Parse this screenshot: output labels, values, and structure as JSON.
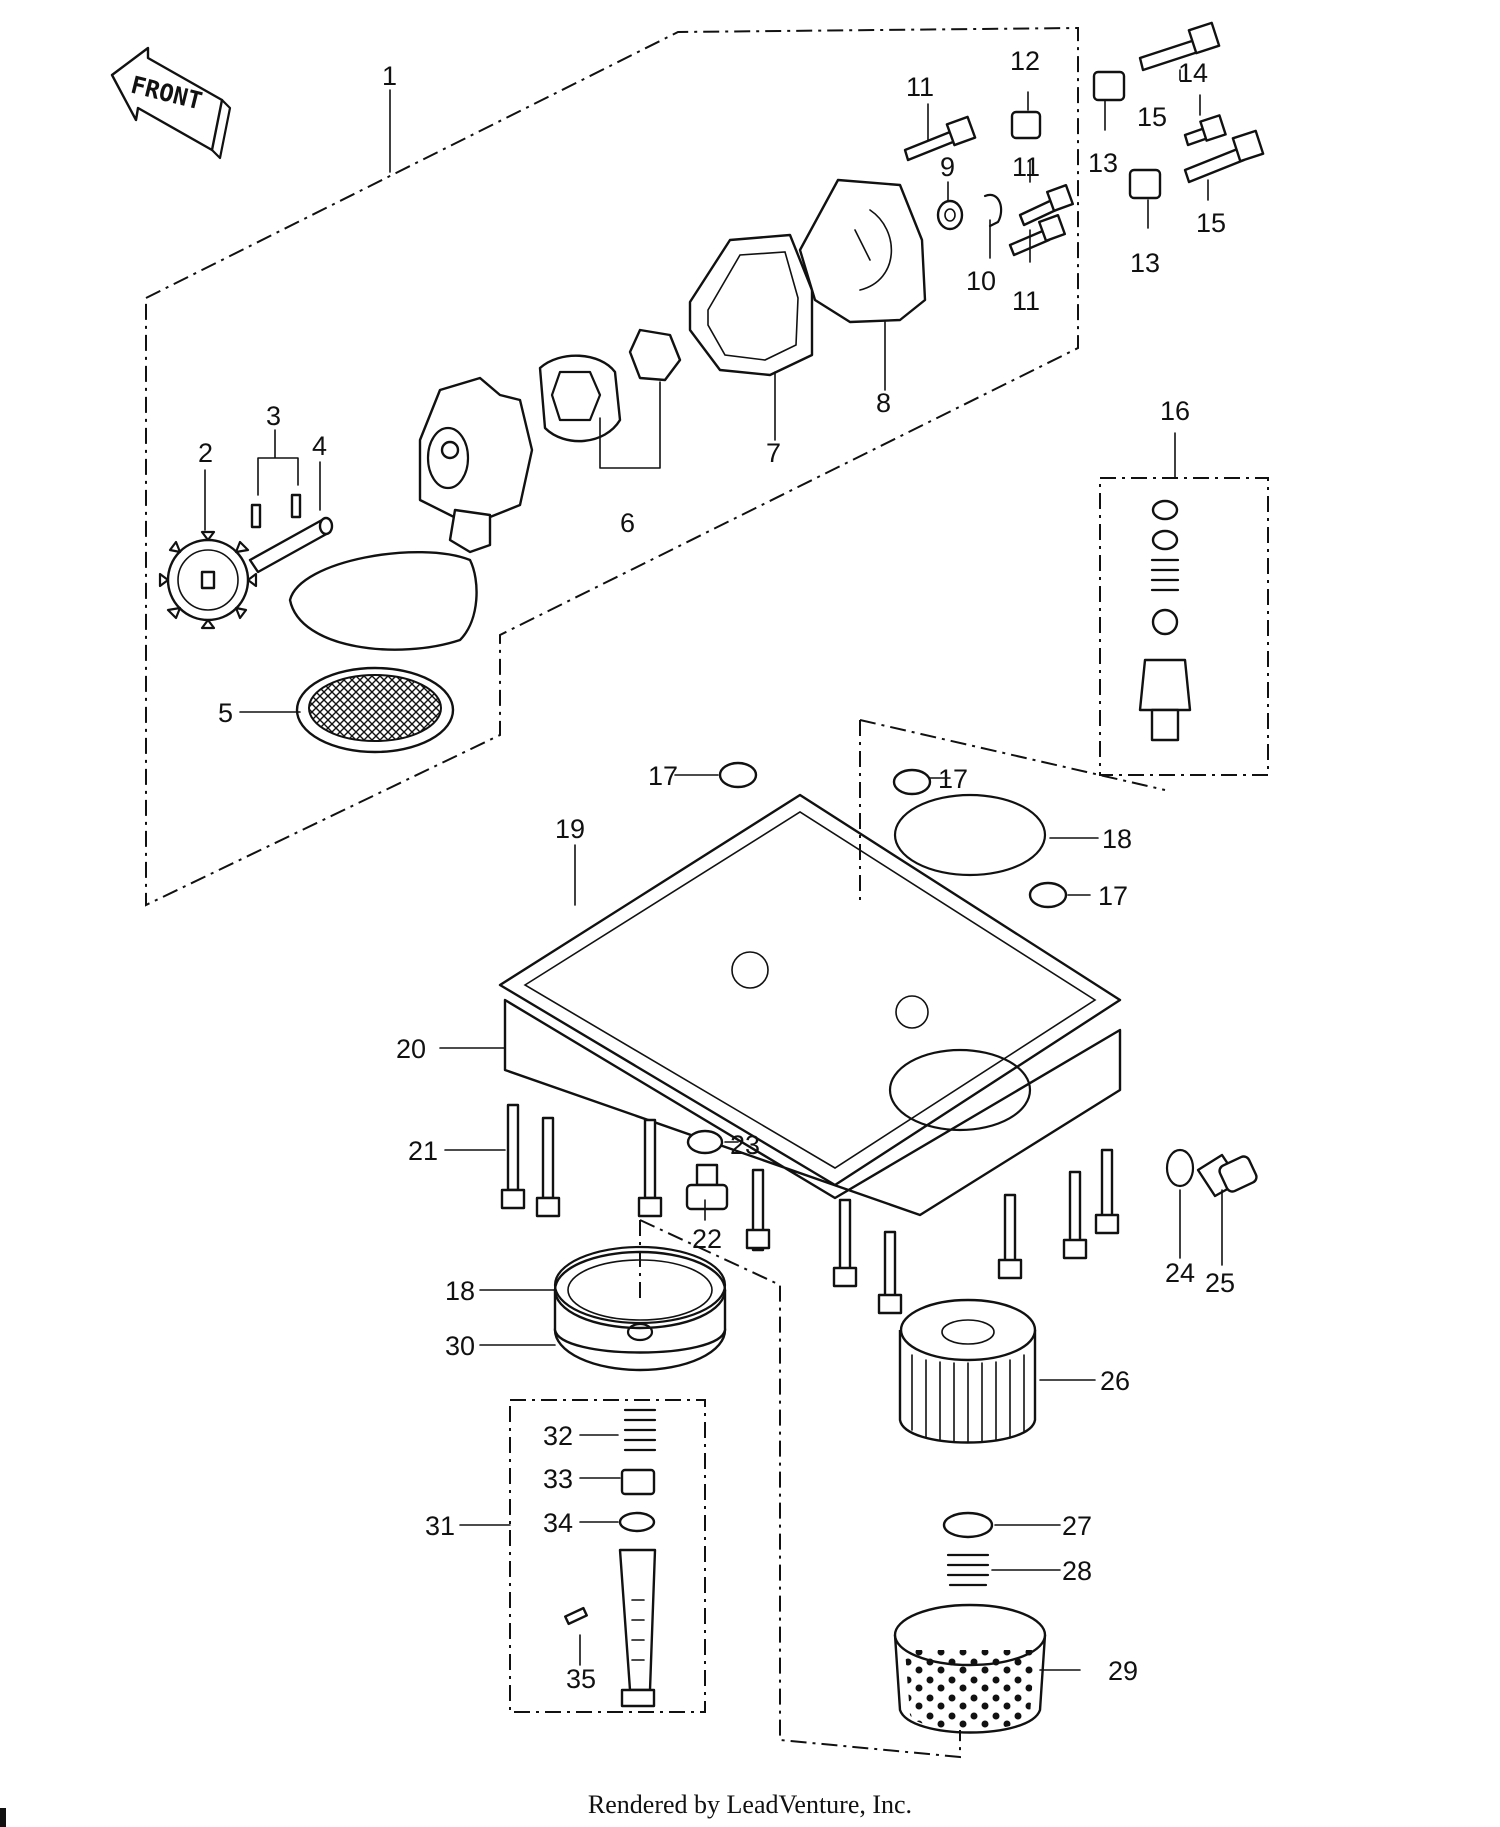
{
  "direction_label": "FRONT",
  "footer": "Rendered by LeadVenture, Inc.",
  "callouts": [
    "1",
    "2",
    "3",
    "4",
    "5",
    "6",
    "7",
    "8",
    "9",
    "10",
    "11",
    "12",
    "13",
    "14",
    "15",
    "16",
    "17",
    "18",
    "19",
    "20",
    "21",
    "22",
    "23",
    "24",
    "25",
    "26",
    "27",
    "28",
    "29",
    "30",
    "31",
    "32",
    "33",
    "34",
    "35"
  ]
}
